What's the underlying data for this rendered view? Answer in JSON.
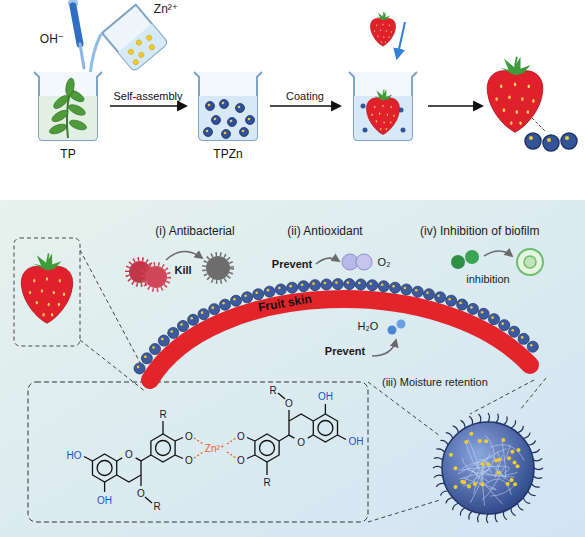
{
  "diagram": {
    "nodes": [
      {
        "text": [
          "TP"
        ]
      },
      {
        "text": [
          "TPZn"
        ]
      },
      {
        "text": [
          "Fruit skin"
        ]
      }
    ],
    "edges": [
      {
        "from": 0,
        "to": 1,
        "label": "Self-assembly",
        "arrow": "to"
      }
    ],
    "labels": [
      "OH⁻",
      "Zn²⁺",
      "Coating",
      "(i) Antibacterial",
      "Kill",
      "(ii) Antioxidant",
      "Prevent",
      "O₂",
      "(iv) Inhibition of biofilm",
      "inhibition",
      "H₂O",
      "Prevent",
      "(iii) Moisture retention",
      "HO",
      "OH",
      "R",
      "O",
      "O",
      "R",
      "O",
      "O",
      "Zn²⁺",
      "O",
      "O",
      "R",
      "O",
      "O",
      "R",
      "OH",
      "OH"
    ]
  }
}
